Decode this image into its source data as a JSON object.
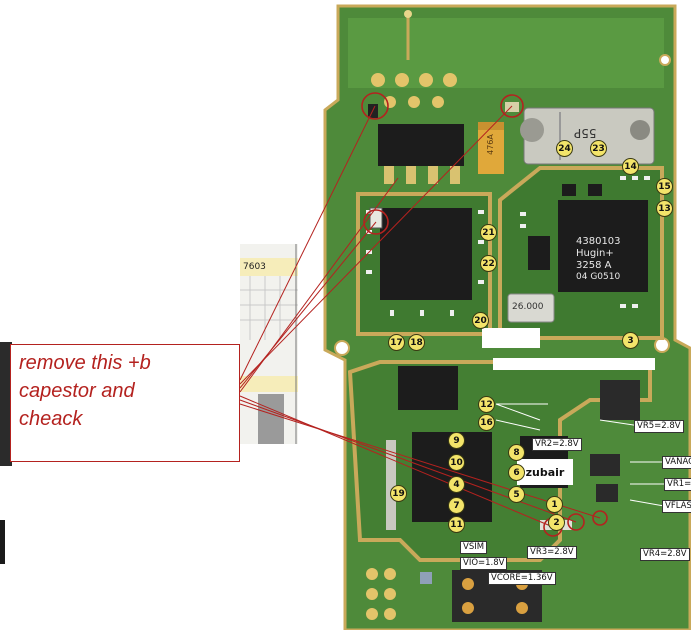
{
  "note": {
    "line1": "remove this +b",
    "line2": "capestor and",
    "line3": "cheack"
  },
  "chip_texts": {
    "shield_a": "4380103",
    "shield_b": "Hugin+",
    "shield_c": "3258 A",
    "shield_d": "04 G0510",
    "crystal": "26.000",
    "buzzer": "55P",
    "cap": "476A"
  },
  "tag": "zubair",
  "fragment": "7603",
  "pins": [
    {
      "n": "24"
    },
    {
      "n": "23"
    },
    {
      "n": "14"
    },
    {
      "n": "15"
    },
    {
      "n": "13"
    },
    {
      "n": "21"
    },
    {
      "n": "22"
    },
    {
      "n": "20"
    },
    {
      "n": "3"
    },
    {
      "n": "17"
    },
    {
      "n": "18"
    },
    {
      "n": "12"
    },
    {
      "n": "16"
    },
    {
      "n": "9"
    },
    {
      "n": "8"
    },
    {
      "n": "10"
    },
    {
      "n": "6"
    },
    {
      "n": "4"
    },
    {
      "n": "5"
    },
    {
      "n": "7"
    },
    {
      "n": "1"
    },
    {
      "n": "11"
    },
    {
      "n": "2"
    },
    {
      "n": "19"
    }
  ],
  "voltages": {
    "vr5": "VR5=2.8V",
    "vr2": "VR2=2.8V",
    "vana": "VANAG",
    "vr1": "VR1=2",
    "vflash": "VFLAS",
    "vsim": "VSIM",
    "vr3": "VR3=2.8V",
    "vr4": "VR4=2.8V",
    "vio": "VIO=1.8V",
    "vcore": "VCORE=1.36V"
  },
  "colors": {
    "pcb": "#4e8a3a",
    "pcb_dark": "#2f5f26",
    "gold": "#c9a95a",
    "chip": "#1c1c1c",
    "marker": "#f3e46a",
    "annotation": "#b4221f"
  }
}
